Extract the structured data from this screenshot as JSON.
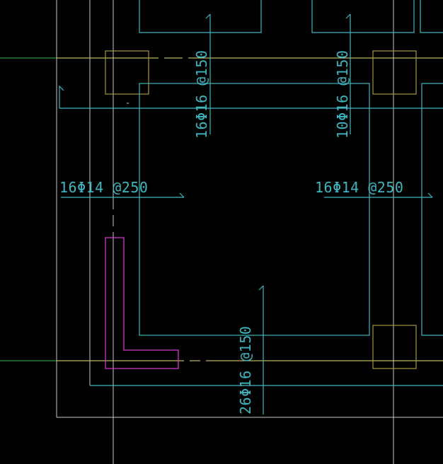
{
  "colors": {
    "background": "#000000",
    "cyan": "#3fb6bf",
    "yellow": "#e6e07a",
    "gray": "#c9c9c9",
    "magenta": "#d636c9",
    "olive": "#a49a3c",
    "green": "#3fb34a"
  },
  "annotations": {
    "rebar_horizontal_left": "16Φ14 @250",
    "rebar_horizontal_right": "16Φ14 @250",
    "rebar_vertical_top_left": "16Φ16 @150",
    "rebar_vertical_top_right": "10Φ16 @150",
    "rebar_vertical_bottom": "26Φ16 @150"
  }
}
